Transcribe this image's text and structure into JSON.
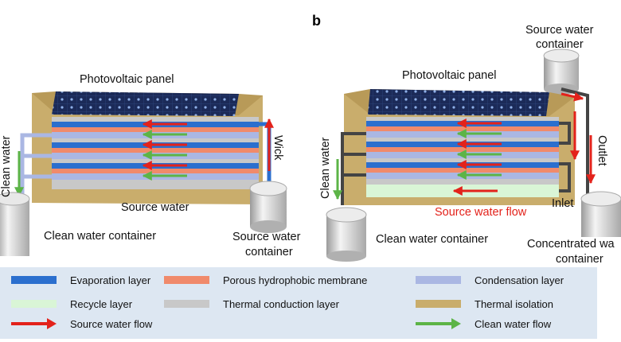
{
  "panel_b_label": "b",
  "colors": {
    "evaporation": "#2b6fce",
    "membrane": "#f08a6b",
    "condensation": "#aab7e3",
    "recycle": "#d9f5d6",
    "thermal_conduction": "#c8c8c8",
    "thermal_isolation": "#c9ad6c",
    "source_flow": "#e3221b",
    "clean_flow": "#5cb447",
    "pipe": "#555555",
    "solar_cell": "#1b2a58"
  },
  "panel_a": {
    "photovoltaic_panel": "Photovoltaic panel",
    "clean_water": "Clean water",
    "wick": "Wick",
    "source_water": "Source water",
    "clean_water_container": "Clean water container",
    "source_water_container_line1": "Source water",
    "source_water_container_line2": "container"
  },
  "panel_b": {
    "source_water_container_line1": "Source water",
    "source_water_container_line2": "container",
    "photovoltaic_panel": "Photovoltaic panel",
    "clean_water": "Clean water",
    "outlet": "Outlet",
    "inlet": "Inlet",
    "source_water_flow": "Source water flow",
    "clean_water_container": "Clean water container",
    "concentrated_container_line1": "Concentrated wa",
    "concentrated_container_line2": "container"
  },
  "legend": [
    {
      "kind": "swatch",
      "color": "#2b6fce",
      "label": "Evaporation layer"
    },
    {
      "kind": "swatch",
      "color": "#f08a6b",
      "label": "Porous hydrophobic membrane"
    },
    {
      "kind": "swatch",
      "color": "#aab7e3",
      "label": "Condensation layer"
    },
    {
      "kind": "swatch",
      "color": "#d9f5d6",
      "label": "Recycle layer"
    },
    {
      "kind": "swatch",
      "color": "#c8c8c8",
      "label": "Thermal conduction layer"
    },
    {
      "kind": "swatch",
      "color": "#c9ad6c",
      "label": "Thermal isolation"
    },
    {
      "kind": "arrow",
      "color": "#e3221b",
      "label": "Source water flow"
    },
    {
      "kind": "arrow",
      "color": "#5cb447",
      "label": "Clean water flow"
    }
  ]
}
